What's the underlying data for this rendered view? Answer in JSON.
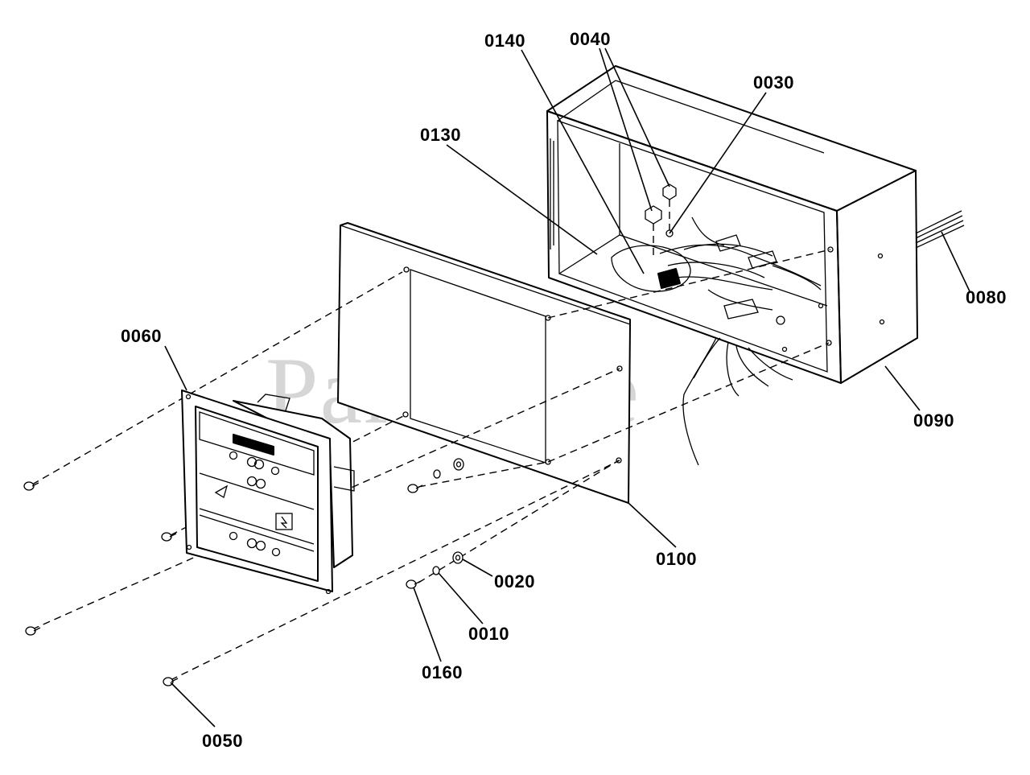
{
  "diagram": {
    "watermark": "PartsTree",
    "callouts": {
      "p0140": "0140",
      "p0040": "0040",
      "p0030": "0030",
      "p0130": "0130",
      "p0080": "0080",
      "p0060": "0060",
      "p0090": "0090",
      "p0100": "0100",
      "p0020": "0020",
      "p0010": "0010",
      "p0160": "0160",
      "p0050": "0050"
    }
  }
}
